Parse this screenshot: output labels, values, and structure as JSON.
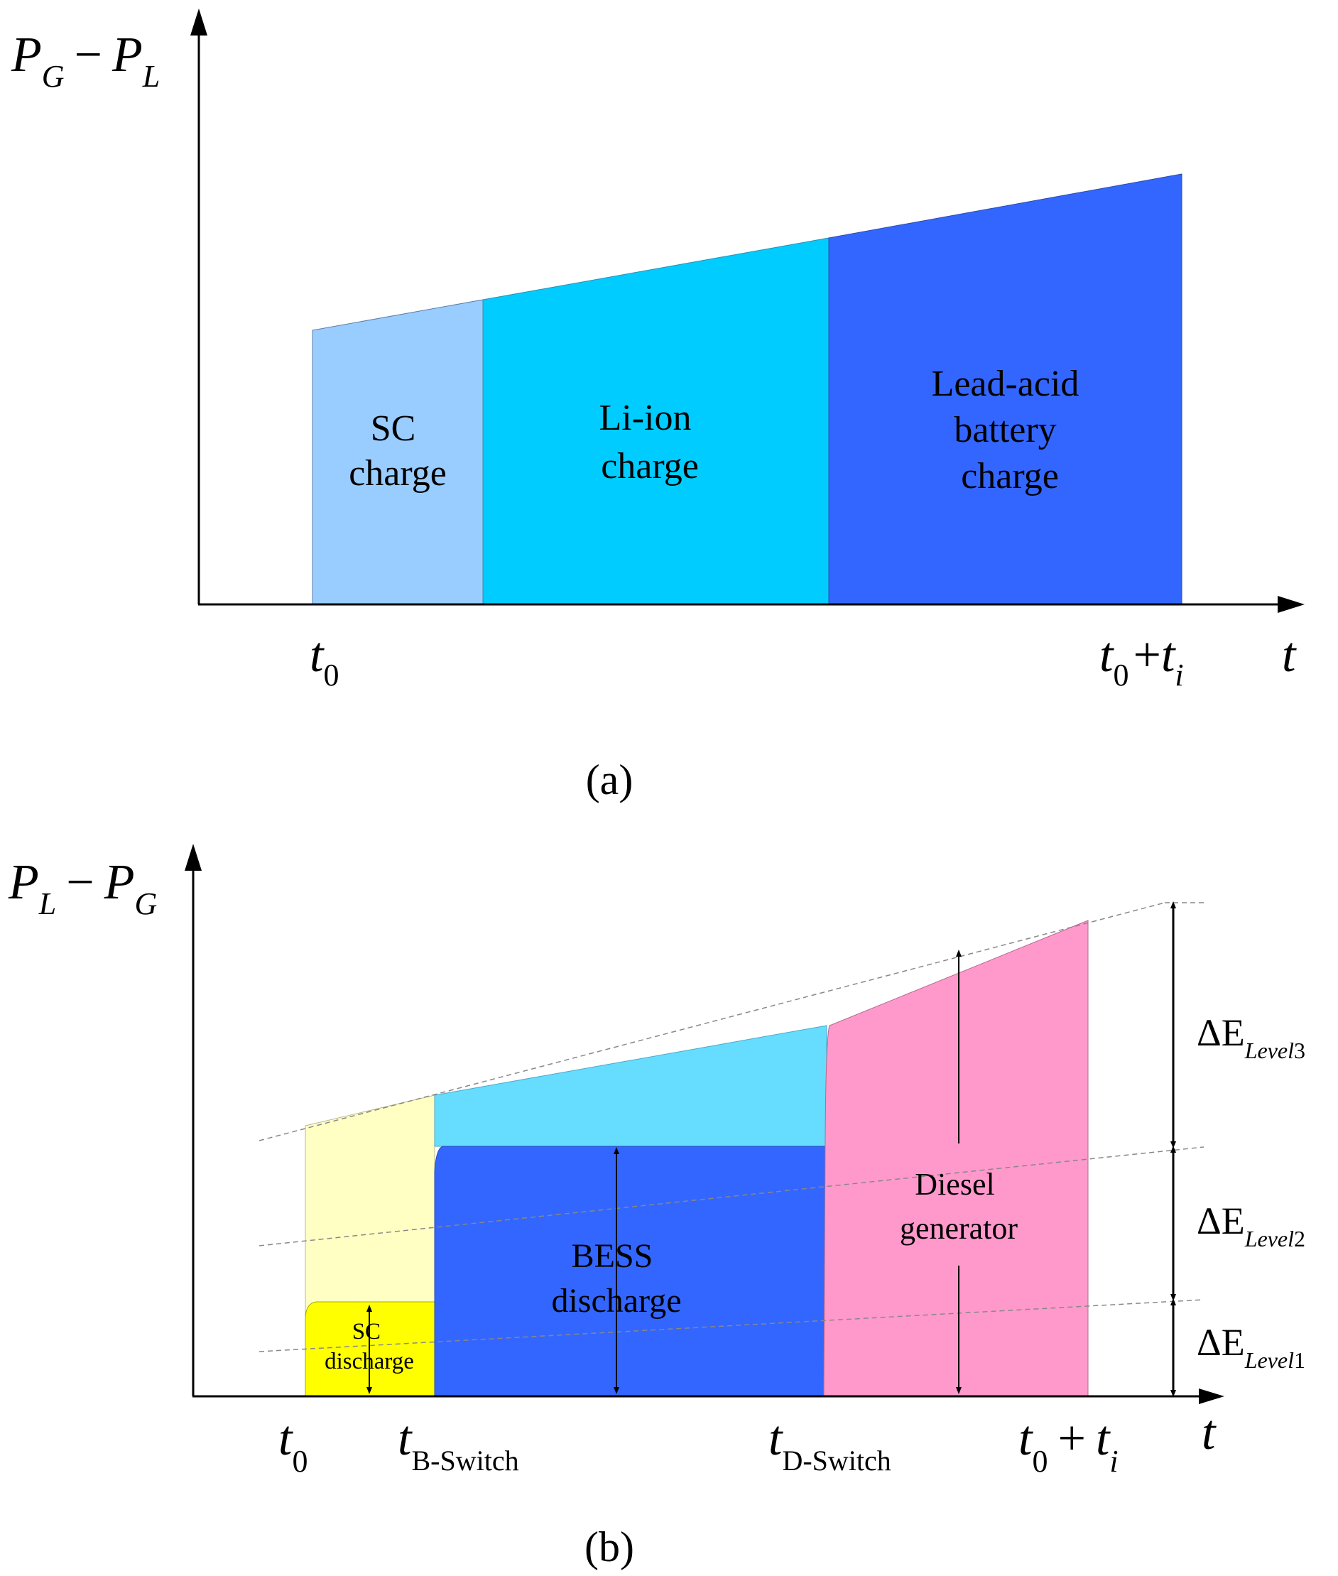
{
  "panel_a": {
    "y_label": {
      "main1": "P",
      "sub1": "G",
      "op": "−",
      "main2": "P",
      "sub2": "L"
    },
    "x_label": "t",
    "tick_start": {
      "main": "t",
      "sub": "0"
    },
    "tick_end": {
      "main1": "t",
      "sub1": "0",
      "op": "+",
      "main2": "t",
      "sub2": "i"
    },
    "regions": [
      {
        "lines": [
          "SC",
          "charge"
        ],
        "color": "#99ccff"
      },
      {
        "lines": [
          "Li-ion",
          "charge"
        ],
        "color": "#00ccff"
      },
      {
        "lines": [
          "Lead-acid",
          "battery",
          "charge"
        ],
        "color": "#3366ff"
      }
    ],
    "caption": "(a)"
  },
  "panel_b": {
    "y_label": {
      "main1": "P",
      "sub1": "L",
      "op": "−",
      "main2": "P",
      "sub2": "G"
    },
    "x_label": "t",
    "tick_start": {
      "main": "t",
      "sub": "0"
    },
    "tick_b_switch": {
      "main": "t",
      "sub": "B-Switch"
    },
    "tick_d_switch": {
      "main": "t",
      "sub": "D-Switch"
    },
    "tick_end": {
      "main1": "t",
      "sub1": "0",
      "op": "+",
      "main2": "t",
      "sub2": "i"
    },
    "regions": {
      "sc": {
        "lines": [
          "SC",
          "discharge"
        ],
        "color": "#ffff00",
        "bg_color": "#ffffc4"
      },
      "bess": {
        "lines": [
          "BESS",
          "discharge"
        ],
        "color": "#3366ff",
        "top_color": "#66ddff"
      },
      "diesel": {
        "lines": [
          "Diesel",
          "generator"
        ],
        "color": "#ff99cc"
      }
    },
    "levels": [
      {
        "prefix": "ΔE",
        "sub": "Level",
        "num": "3"
      },
      {
        "prefix": "ΔE",
        "sub": "Level",
        "num": "2"
      },
      {
        "prefix": "ΔE",
        "sub": "Level",
        "num": "1"
      }
    ],
    "caption": "(b)"
  }
}
